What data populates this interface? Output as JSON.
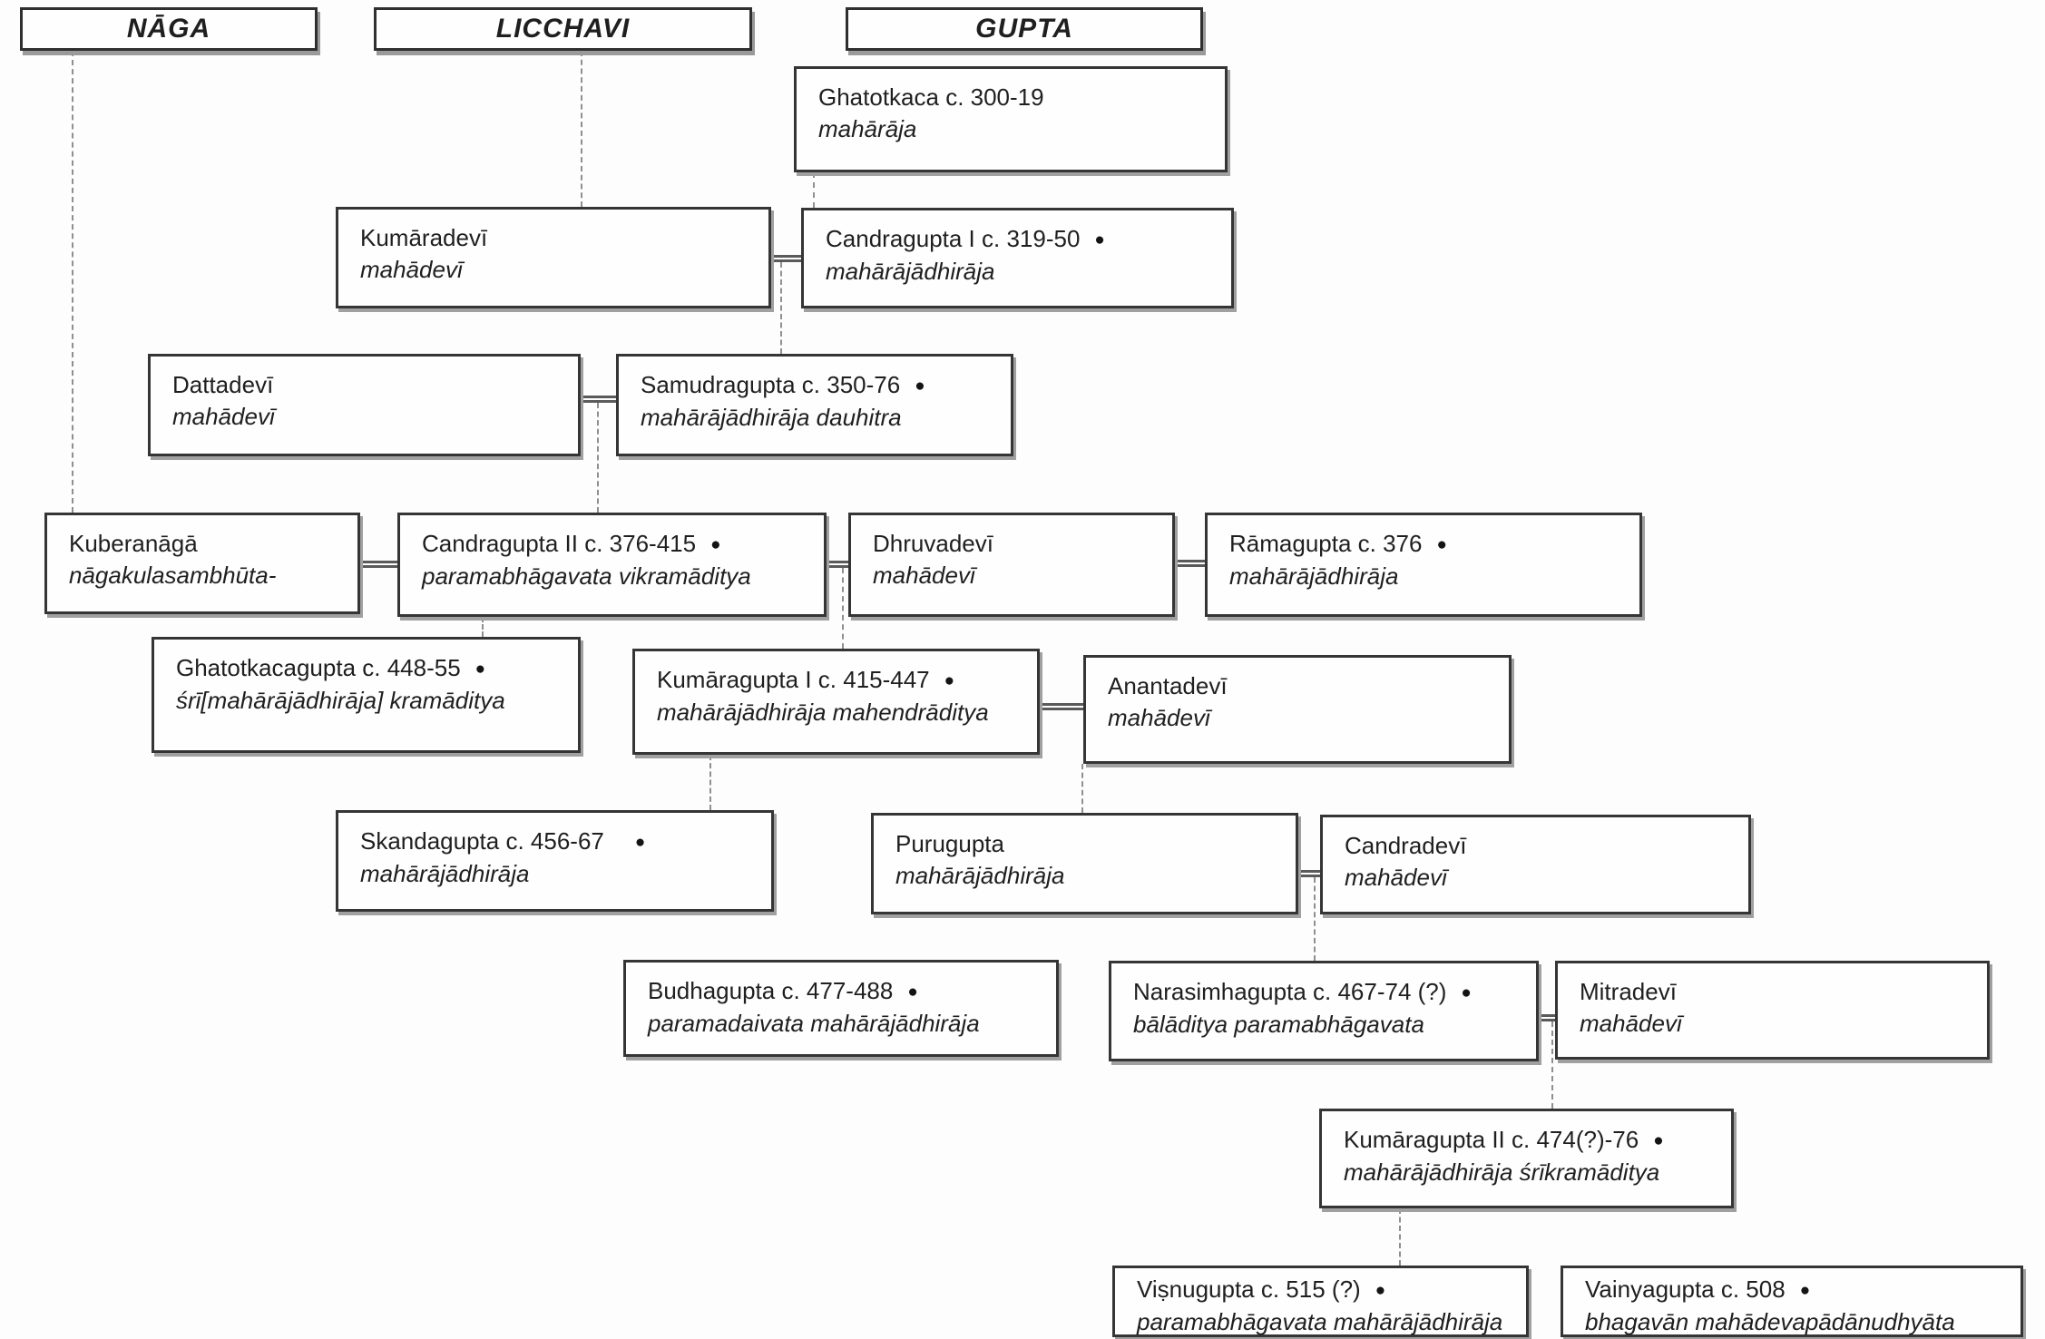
{
  "diagram_title": "Gupta dynasty genealogical chart",
  "symbols": {
    "coin": "●"
  },
  "colors": {
    "background": "#fdfdfd",
    "box_border": "#353535",
    "box_shadow": "#a0a0a0",
    "connector": "#8f8f8f",
    "text": "#1f1f1f"
  },
  "headers": {
    "naga": {
      "label": "NĀGA"
    },
    "licchavi": {
      "label": "LICCHAVI"
    },
    "gupta": {
      "label": "GUPTA"
    }
  },
  "persons": {
    "ghatotkaca": {
      "name": "Ghatotkaca c. 300-19",
      "title": "mahārāja",
      "coin": false
    },
    "kumaradevi": {
      "name": "Kumāradevī",
      "title": "mahādevī",
      "coin": false
    },
    "candragupta1": {
      "name": "Candragupta I c. 319-50",
      "title": "mahārājādhirāja",
      "coin": true
    },
    "dattadevi": {
      "name": "Dattadevī",
      "title": "mahādevī",
      "coin": false
    },
    "samudragupta": {
      "name": "Samudragupta c. 350-76",
      "title": "mahārājādhirāja dauhitra",
      "coin": true
    },
    "kuberanaga": {
      "name": "Kuberanāgā",
      "title": "nāgakulasambhūta-",
      "coin": false
    },
    "candragupta2": {
      "name": "Candragupta II c. 376-415",
      "title": "paramabhāgavata vikramāditya",
      "coin": true
    },
    "dhruvadevi": {
      "name": "Dhruvadevī",
      "title": "mahādevī",
      "coin": false
    },
    "ramagupta": {
      "name": "Rāmagupta c. 376",
      "title": "mahārājādhirāja",
      "coin": true
    },
    "ghatotkacagupta": {
      "name": "Ghatotkacagupta c. 448-55",
      "title": "śrī[mahārājādhirāja] kramāditya",
      "coin": true
    },
    "kumaragupta1": {
      "name": "Kumāragupta I c. 415-447",
      "title": "mahārājādhirāja mahendrāditya",
      "coin": true
    },
    "anantadevi": {
      "name": "Anantadevī",
      "title": "mahādevī",
      "coin": false
    },
    "skandagupta": {
      "name": "Skandagupta c. 456-67",
      "title": "mahārājādhirāja",
      "coin": true
    },
    "purugupta": {
      "name": "Purugupta",
      "title": "mahārājādhirāja",
      "coin": false
    },
    "candradevi": {
      "name": "Candradevī",
      "title": "mahādevī",
      "coin": false
    },
    "budhagupta": {
      "name": "Budhagupta c. 477-488",
      "title": "paramadaivata mahārājādhirāja",
      "coin": true
    },
    "narasimhagupta": {
      "name": "Narasimhagupta c. 467-74 (?)",
      "title": "bālāditya paramabhāgavata",
      "coin": true
    },
    "mitradevi": {
      "name": "Mitradevī",
      "title": "mahādevī",
      "coin": false
    },
    "kumaragupta2": {
      "name": "Kumāragupta II c. 474(?)-76",
      "title": "mahārājādhirāja śrīkramāditya",
      "coin": true
    },
    "visnugupta": {
      "name": "Viṣnugupta c. 515 (?)",
      "title": "paramabhāgavata mahārājādhirāja",
      "coin": true
    },
    "vainyagupta": {
      "name": "Vainyagupta c. 508",
      "title": "bhagavān mahādevapādānudhyāta",
      "coin": true
    }
  },
  "marriages": [
    [
      "Kumāradevī",
      "Candragupta I"
    ],
    [
      "Dattadevī",
      "Samudragupta"
    ],
    [
      "Kuberanāgā",
      "Candragupta II"
    ],
    [
      "Candragupta II",
      "Dhruvadevī"
    ],
    [
      "Dhruvadevī",
      "Rāmagupta"
    ],
    [
      "Kumāragupta I",
      "Anantadevī"
    ],
    [
      "Purugupta",
      "Candradevī"
    ],
    [
      "Narasimhagupta",
      "Mitradevī"
    ]
  ],
  "descents": [
    {
      "from": "NĀGA lineage",
      "to": "Kuberanāgā"
    },
    {
      "from": "LICCHAVI lineage",
      "to": "Kumāradevī"
    },
    {
      "from": "Ghatotkaca",
      "to": "Candragupta I"
    },
    {
      "from": "Kumāradevī + Candragupta I",
      "to": "Samudragupta"
    },
    {
      "from": "Dattadevī + Samudragupta",
      "to": "Candragupta II"
    },
    {
      "from": "Candragupta II",
      "to": "Ghatotkacagupta"
    },
    {
      "from": "Candragupta II + Dhruvadevī",
      "to": "Kumāragupta I"
    },
    {
      "from": "Kumāragupta I",
      "to": "Skandagupta"
    },
    {
      "from": "Anantadevī",
      "to": "Purugupta"
    },
    {
      "from": "Purugupta + Candradevī",
      "to": "Narasimhagupta"
    },
    {
      "from": "Narasimhagupta + Mitradevī",
      "to": "Kumāragupta II"
    },
    {
      "from": "Kumāragupta II",
      "to": "Viṣnugupta"
    }
  ]
}
